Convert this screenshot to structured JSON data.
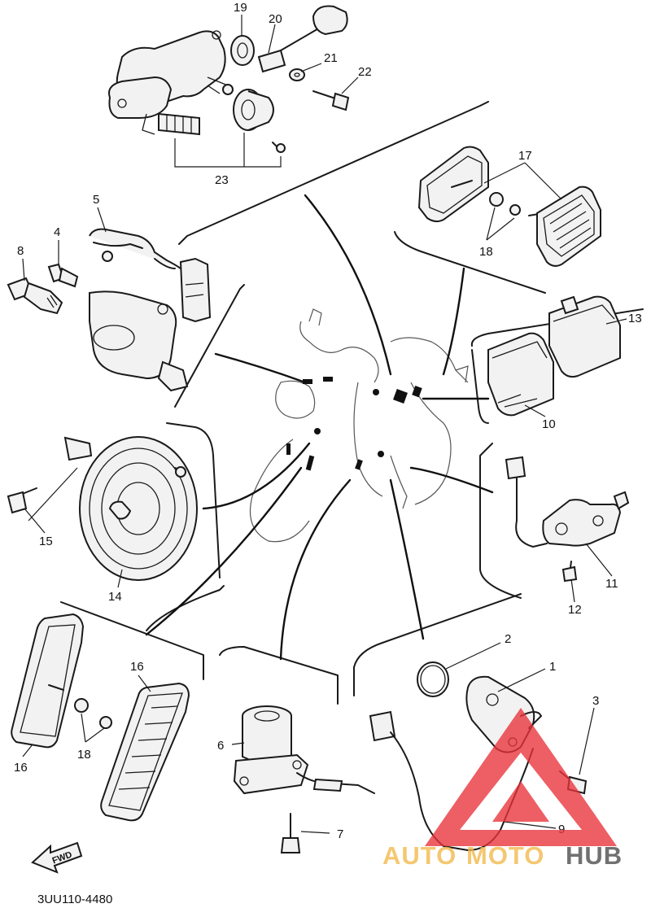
{
  "diagram": {
    "drawing_code": "3UU110-4480",
    "fwd_arrow_text": "FWD",
    "callouts": {
      "c1": "1",
      "c2": "2",
      "c3": "3",
      "c4": "4",
      "c5": "5",
      "c6": "6",
      "c7": "7",
      "c8": "8",
      "c9": "9",
      "c10": "10",
      "c11": "11",
      "c12": "12",
      "c13": "13",
      "c14": "14",
      "c15": "15",
      "c16a": "16",
      "c16b": "16",
      "c17": "17",
      "c18a": "18",
      "c18b": "18",
      "c19": "19",
      "c20": "20",
      "c21": "21",
      "c22": "22",
      "c23": "23"
    }
  },
  "watermark": {
    "auto": "AUTO",
    "moto": "MOTO",
    "hub": "HUB",
    "colors": {
      "auto": "#f2b84a",
      "moto": "#f2b84a",
      "hub": "#4a4a4a",
      "triangle": "#e8333a"
    }
  }
}
